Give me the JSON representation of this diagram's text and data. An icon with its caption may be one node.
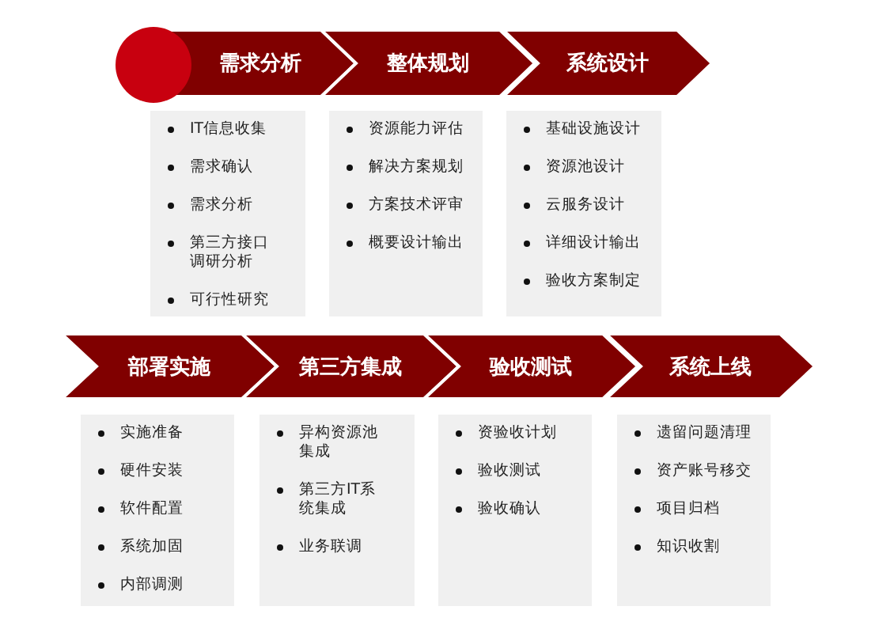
{
  "diagram": {
    "nodes": [
      {
        "text": [
          "需求分析"
        ]
      },
      {
        "text": [
          "整体规划"
        ]
      },
      {
        "text": [
          "系统设计"
        ]
      },
      {
        "text": [
          "IT信息收集",
          "需求确认",
          "需求分析",
          "第三方接口调研分析",
          "可行性研究"
        ]
      },
      {
        "text": [
          "资源能力评估",
          "解决方案规划",
          "方案技术评审",
          "概要设计输出"
        ]
      },
      {
        "text": [
          "基础设施设计",
          "资源池设计",
          "云服务设计",
          "详细设计输出",
          "验收方案制定"
        ]
      },
      {
        "text": [
          "部署实施"
        ]
      },
      {
        "text": [
          "第三方集成"
        ]
      },
      {
        "text": [
          "验收测试"
        ]
      },
      {
        "text": [
          "系统上线"
        ]
      },
      {
        "text": [
          "实施准备",
          "硬件安装",
          "软件配置",
          "系统加固",
          "内部调测"
        ]
      },
      {
        "text": [
          "异构资源池集成",
          "第三方IT系统集成",
          "业务联调"
        ]
      },
      {
        "text": [
          "资验收计划",
          "验收测试",
          "验收确认"
        ]
      },
      {
        "text": [
          "遗留问题清理",
          "资产账号移交",
          "项目归档",
          "知识收割"
        ]
      }
    ]
  }
}
